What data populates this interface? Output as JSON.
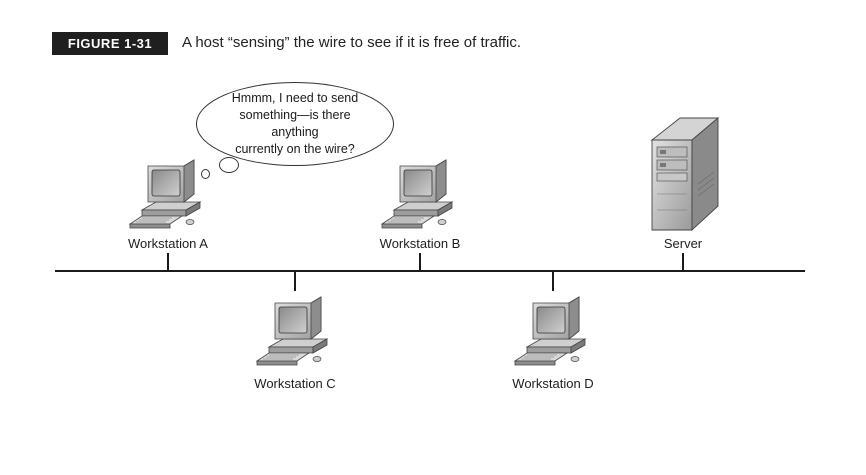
{
  "figure": {
    "number": "FIGURE 1-31",
    "caption": "A host “sensing” the wire to see if it is free of traffic."
  },
  "thought_bubble": {
    "lines": [
      "Hmmm, I need to send",
      "something—is there anything",
      "currently on the wire?"
    ]
  },
  "nodes": {
    "workstation_a": "Workstation A",
    "workstation_b": "Workstation B",
    "workstation_c": "Workstation C",
    "workstation_d": "Workstation D",
    "server": "Server"
  },
  "icons": {
    "workstation": "computer-icon",
    "server": "server-tower-icon"
  }
}
